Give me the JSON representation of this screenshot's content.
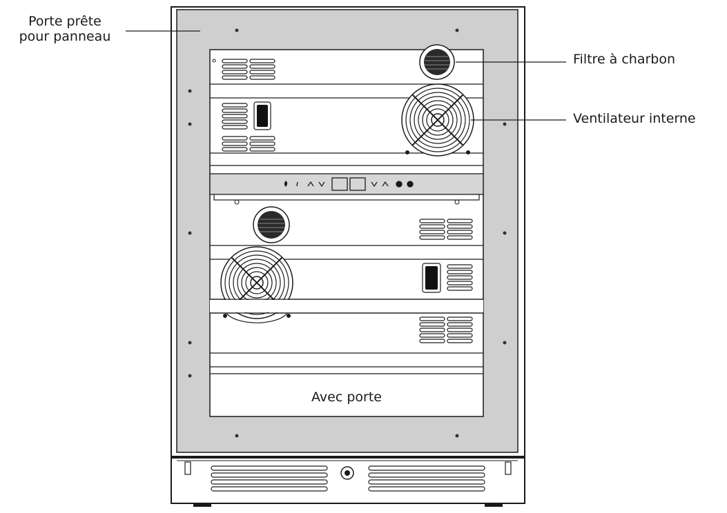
{
  "labels": {
    "door_ready": [
      "Porte prête",
      "pour panneau"
    ],
    "charcoal_filter": "Filtre à charbon",
    "internal_fan": "Ventilateur interne",
    "with_door": "Avec porte"
  },
  "control_panel_icons": [
    "light-icon",
    "up-arrow-icon",
    "down-arrow-icon",
    "display",
    "display",
    "down-arrow-icon",
    "up-arrow-icon",
    "power-icon",
    "lock-icon"
  ],
  "colors": {
    "frame": "#cfcfcf",
    "line": "#1a1a1a",
    "glass": "#ffffff"
  }
}
